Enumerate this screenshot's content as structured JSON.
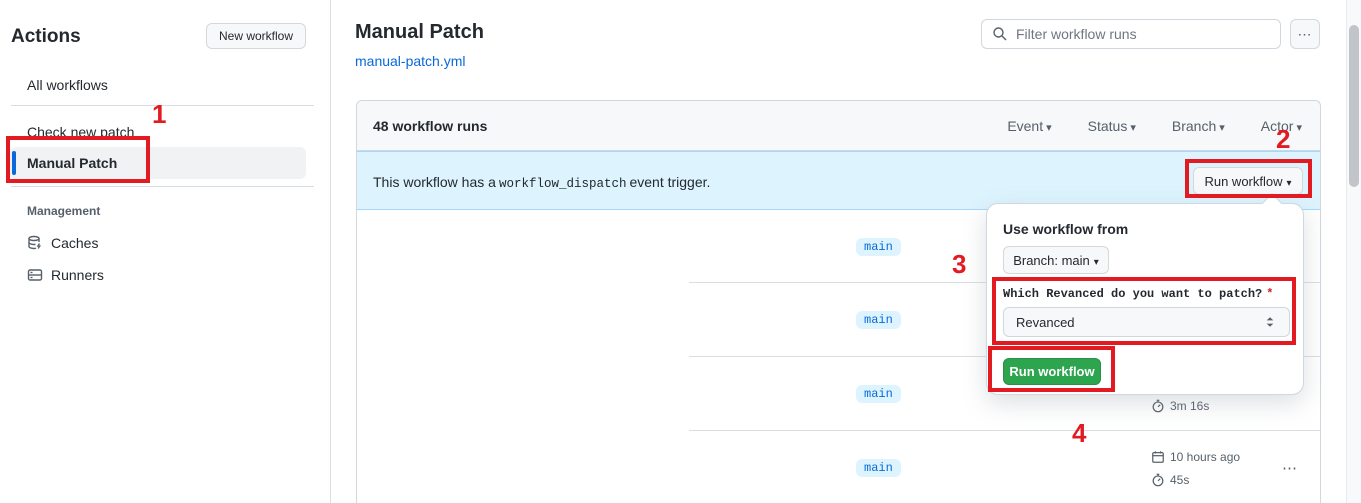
{
  "sidebar": {
    "title": "Actions",
    "new_workflow": "New workflow",
    "items": [
      {
        "label": "All workflows"
      },
      {
        "label": "Check new patch"
      },
      {
        "label": "Manual Patch"
      }
    ],
    "management_label": "Management",
    "caches": "Caches",
    "runners": "Runners"
  },
  "main": {
    "title": "Manual Patch",
    "file_link": "manual-patch.yml",
    "filter_placeholder": "Filter workflow runs"
  },
  "table": {
    "runs_count": "48 workflow runs",
    "filters": [
      {
        "label": "Event"
      },
      {
        "label": "Status"
      },
      {
        "label": "Branch"
      },
      {
        "label": "Actor"
      }
    ],
    "banner": {
      "text_before": "This workflow has a",
      "code": "workflow_dispatch",
      "text_after": "event trigger.",
      "run_button": "Run workflow"
    },
    "rows": [
      {
        "branch": "main"
      },
      {
        "branch": "main"
      },
      {
        "branch": "main",
        "duration": "3m 16s"
      },
      {
        "branch": "main",
        "date": "10 hours ago",
        "duration": "45s"
      }
    ]
  },
  "popup": {
    "title": "Use workflow from",
    "branch_selector": "Branch: main",
    "input_label": "Which Revanced do you want to patch?",
    "required_mark": "*",
    "input_value": "Revanced",
    "run_button": "Run workflow"
  },
  "annotations": {
    "n1": "1",
    "n2": "2",
    "n3": "3",
    "n4": "4",
    "color": "#e21b22"
  },
  "icons": {
    "caret_down": "▾",
    "kebab": "⋯"
  },
  "colors": {
    "accent_blue": "#0969da",
    "banner_bg": "#ddf4ff",
    "button_green": "#2da44e",
    "top_accent": "#f4705b"
  }
}
